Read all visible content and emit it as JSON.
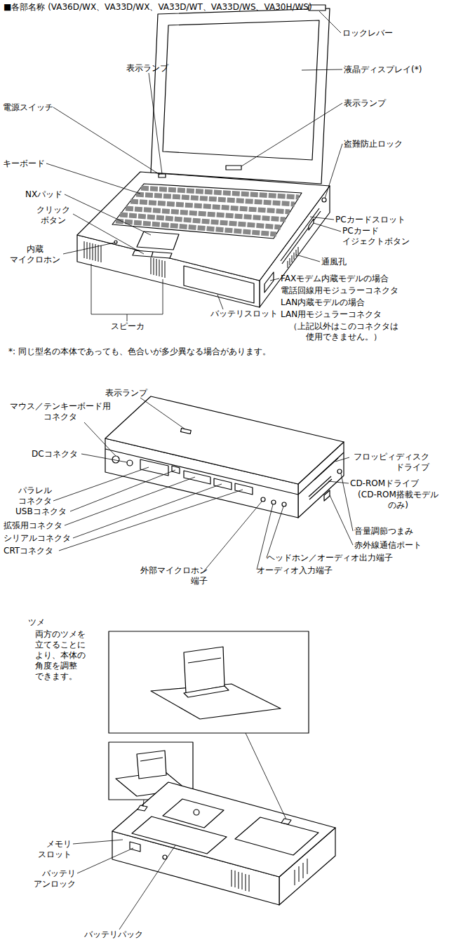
{
  "diagram": {
    "title": "■各部名称 (VA36D/WX、VA33D/WX、VA33D/WT、VA33D/WS、VA30H/WS)",
    "labels": [
      "ロックレバー",
      "表示ランプ",
      "液晶ディスプレイ(*)",
      "表示ランプ",
      "電源スイッチ",
      "盗難防止ロック",
      "キーボード",
      "NXパッド",
      "クリック ボタン",
      "PCカードスロット",
      "PCカード イジェクトボタン",
      "内蔵 マイクロホン",
      "通風孔",
      "FAXモデム内蔵モデルの場合",
      "電話回線用モジュラーコネクタ",
      "LAN内蔵モデルの場合",
      "LAN用モジュラーコネクタ",
      "（上記以外はこのコネクタは 使用できません。）",
      "スピーカ",
      "バッテリスロット",
      "*: 同じ型名の本体であっても、色合いが多少異なる場合があります。",
      "表示ランプ",
      "マウス／テンキーボード用 コネクタ",
      "DCコネクタ",
      "フロッピィディスク ドライブ",
      "パラレル コネクタ",
      "CD-ROMドライブ",
      "(CD-ROM搭載モデル のみ)",
      "USBコネクタ",
      "拡張用コネクタ",
      "シリアルコネクタ",
      "音量調節つまみ",
      "赤外線通信ポート",
      "CRTコネクタ",
      "ヘッドホン／オーディオ出力端子",
      "オーディオ入力端子",
      "外部マイクロホン 端子",
      "ツメ",
      "両方のツメを 立てることに より、本体の 角度を調整 できます。",
      "メモリ スロット",
      "バッテリ アンロック",
      "バッテリパック"
    ]
  }
}
